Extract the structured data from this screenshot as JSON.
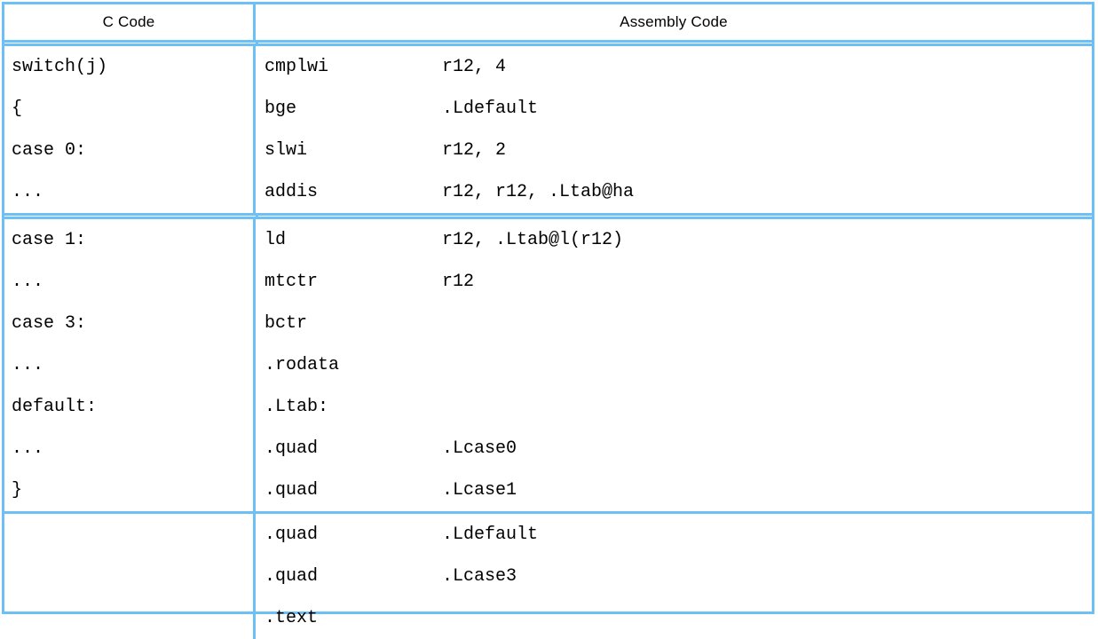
{
  "table": {
    "headers": {
      "c_code": "C Code",
      "assembly_code": "Assembly Code"
    },
    "border_color": "#6cc0f5",
    "sections": [
      {
        "c_lines": [
          "switch(j)",
          "{",
          "case 0:",
          "..."
        ],
        "asm_lines": [
          {
            "mnemonic": "cmplwi",
            "operand": "r12, 4"
          },
          {
            "mnemonic": "bge",
            "operand": ".Ldefault"
          },
          {
            "mnemonic": "slwi",
            "operand": "r12, 2"
          },
          {
            "mnemonic": "addis",
            "operand": "r12, r12, .Ltab@ha"
          }
        ]
      },
      {
        "c_lines": [
          "case 1:",
          "...",
          "case 3:",
          "...",
          "default:",
          "...",
          "}"
        ],
        "asm_lines": [
          {
            "mnemonic": "ld",
            "operand": "r12, .Ltab@l(r12)"
          },
          {
            "mnemonic": "mtctr",
            "operand": "r12"
          },
          {
            "mnemonic": "bctr",
            "operand": ""
          },
          {
            "mnemonic": ".rodata",
            "operand": ""
          },
          {
            "mnemonic": ".Ltab:",
            "operand": ""
          },
          {
            "mnemonic": ".quad",
            "operand": ".Lcase0"
          },
          {
            "mnemonic": ".quad",
            "operand": ".Lcase1"
          }
        ]
      },
      {
        "c_lines": [],
        "asm_lines": [
          {
            "mnemonic": ".quad",
            "operand": ".Ldefault"
          },
          {
            "mnemonic": ".quad",
            "operand": ".Lcase3"
          },
          {
            "mnemonic": ".text",
            "operand": ""
          }
        ]
      }
    ]
  }
}
